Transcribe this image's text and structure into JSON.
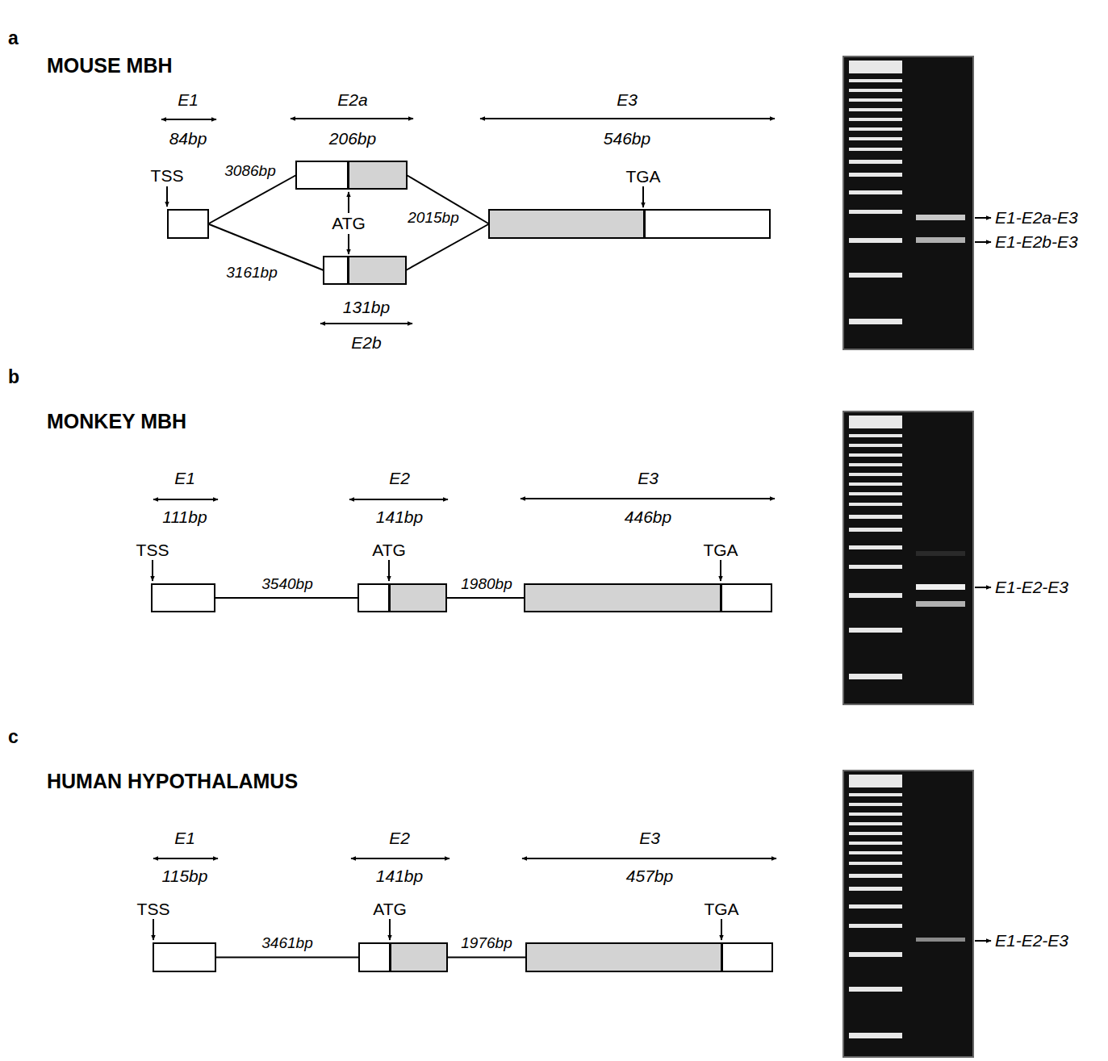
{
  "diagram": {
    "nodes": [
      {
        "text": [
          "E1",
          "84bp"
        ]
      },
      {
        "text": [
          "E2a",
          "206bp"
        ]
      },
      {
        "text": [
          "131bp",
          "E2b"
        ]
      },
      {
        "text": [
          "E3",
          "546bp"
        ]
      },
      {
        "text": [
          "E1",
          "111bp"
        ]
      },
      {
        "text": [
          "E2",
          "141bp"
        ]
      },
      {
        "text": [
          "E3",
          "446bp"
        ]
      },
      {
        "text": [
          "E1",
          "115bp"
        ]
      },
      {
        "text": [
          "E2",
          "141bp"
        ]
      },
      {
        "text": [
          "E3",
          "457bp"
        ]
      }
    ],
    "edges": [
      {
        "from": 0,
        "to": 1,
        "arrow": "none",
        "label": "3086bp"
      },
      {
        "from": 0,
        "to": 2,
        "arrow": "none",
        "label": "3161bp"
      },
      {
        "from": 1,
        "to": 3,
        "arrow": "none",
        "label": "2015bp"
      },
      {
        "from": 2,
        "to": 3,
        "arrow": "none"
      },
      {
        "from": 4,
        "to": 5,
        "arrow": "none",
        "label": "3540bp"
      },
      {
        "from": 5,
        "to": 6,
        "arrow": "none",
        "label": "1980bp"
      },
      {
        "from": 7,
        "to": 8,
        "arrow": "none",
        "label": "3461bp"
      },
      {
        "from": 8,
        "to": 9,
        "arrow": "none",
        "label": "1976bp"
      }
    ],
    "labels": [
      "a",
      "MOUSE MBH",
      "TSS",
      "ATG",
      "TGA",
      "E1-E2a-E3",
      "E1-E2b-E3",
      "b",
      "MONKEY MBH",
      "TSS",
      "ATG",
      "TGA",
      "E1-E2-E3",
      "c",
      "HUMAN HYPOTHALAMUS",
      "TSS",
      "ATG",
      "TGA",
      "E1-E2-E3"
    ]
  }
}
